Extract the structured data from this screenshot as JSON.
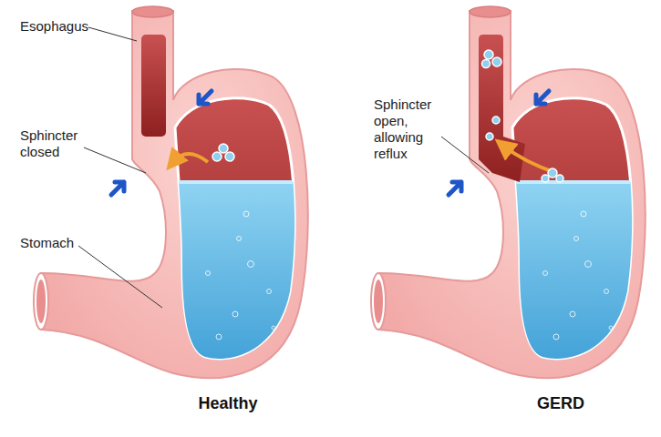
{
  "diagram": {
    "labels": [
      "Esophagus",
      "Sphincter closed",
      "Stomach",
      "Sphincter open, allowing reflux",
      "Healthy",
      "GERD"
    ]
  }
}
